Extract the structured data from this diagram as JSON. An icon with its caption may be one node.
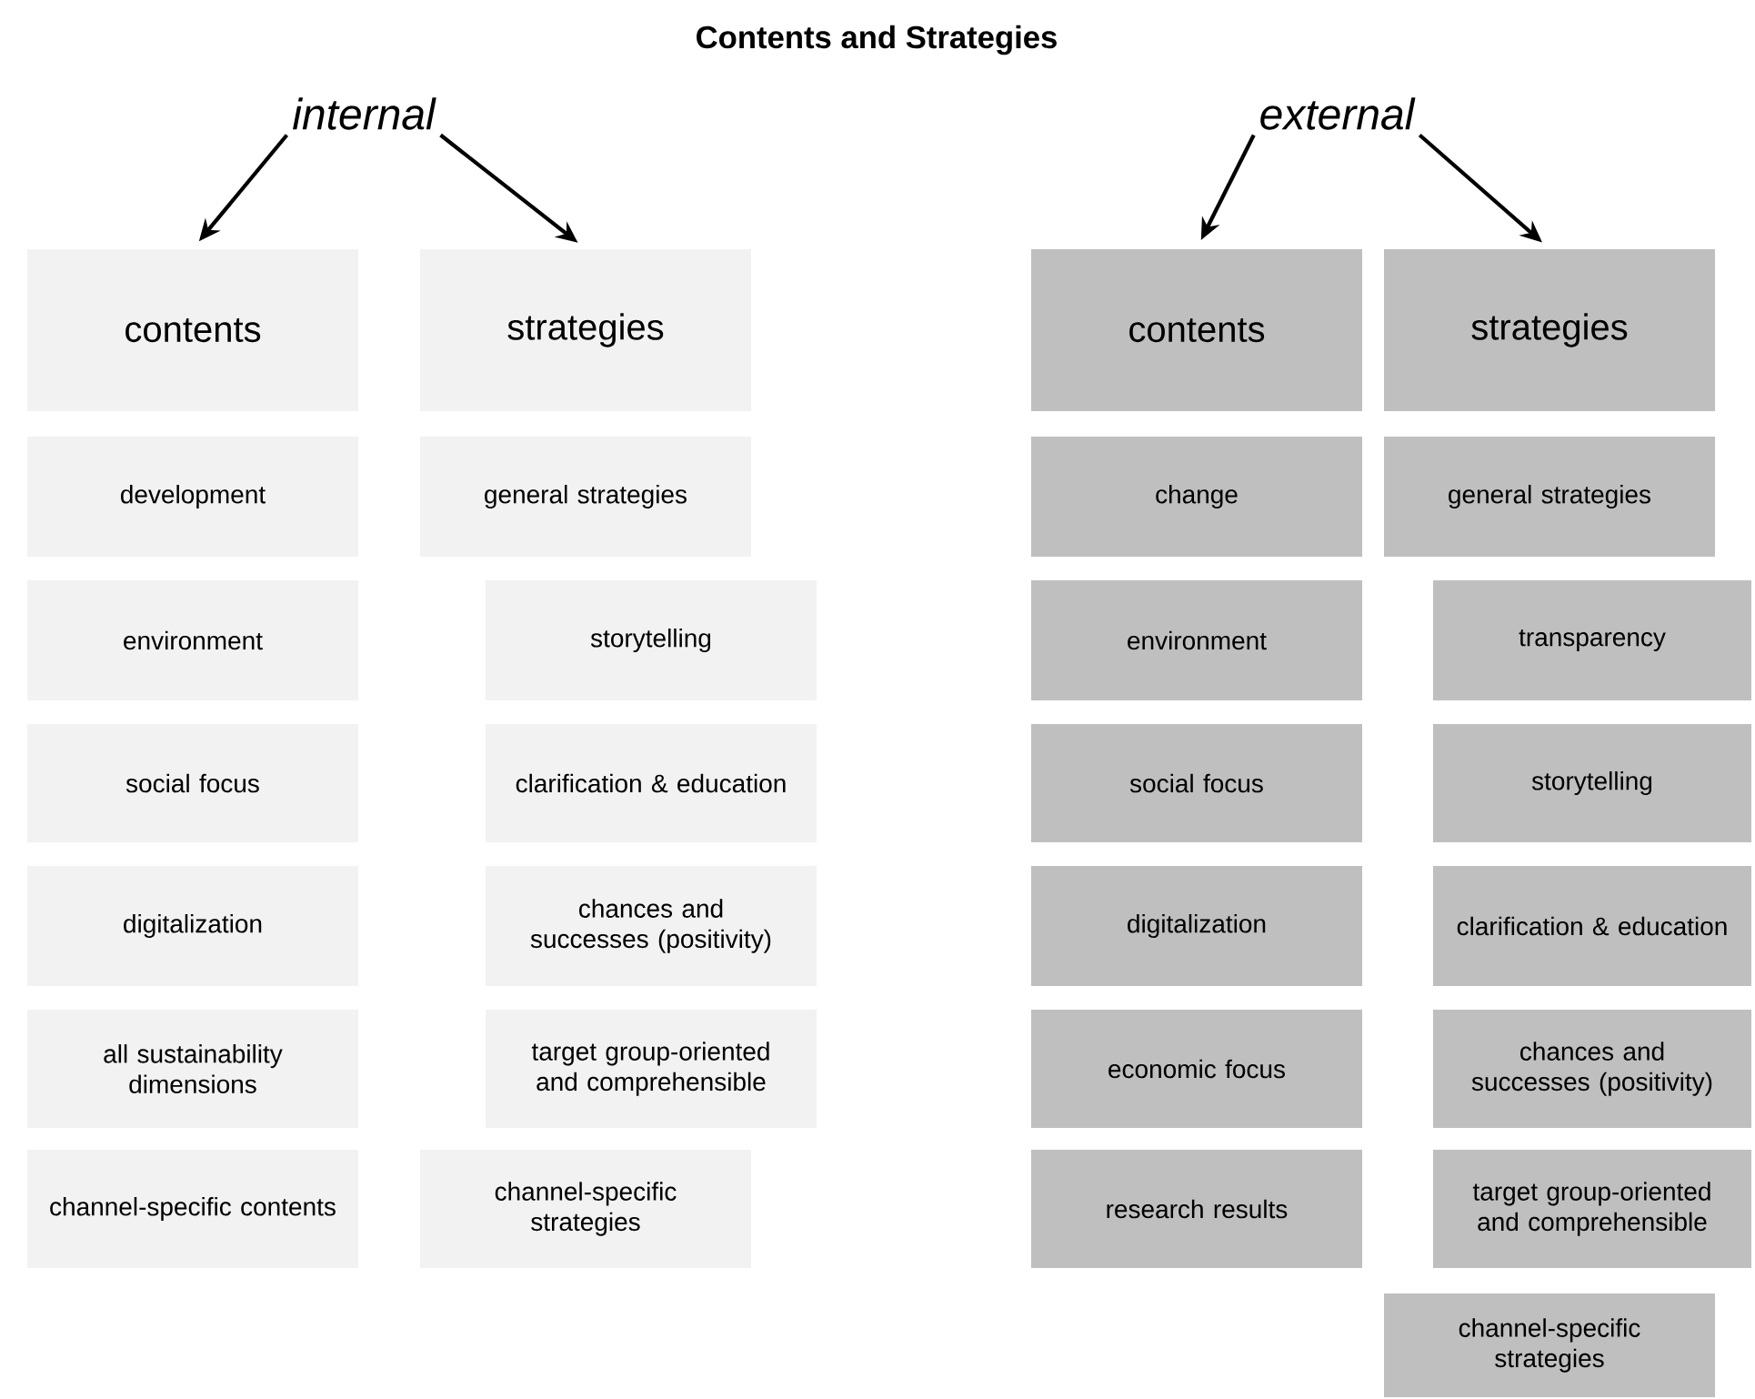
{
  "diagram": {
    "title": "Contents and Strategies",
    "nodes": [
      {
        "text": [
          "internal"
        ]
      },
      {
        "text": [
          "external"
        ]
      },
      {
        "text": [
          "contents"
        ]
      },
      {
        "text": [
          "strategies"
        ]
      },
      {
        "text": [
          "development"
        ]
      },
      {
        "text": [
          "general strategies"
        ]
      },
      {
        "text": [
          "environment"
        ]
      },
      {
        "text": [
          "storytelling"
        ]
      },
      {
        "text": [
          "social focus"
        ]
      },
      {
        "text": [
          "clarification & education"
        ]
      },
      {
        "text": [
          "digitalization"
        ]
      },
      {
        "text": [
          "chances and successes (positivity)"
        ]
      },
      {
        "text": [
          "all sustainability dimensions"
        ]
      },
      {
        "text": [
          "target group-oriented and comprehensible"
        ]
      },
      {
        "text": [
          "channel-specific contents"
        ]
      },
      {
        "text": [
          "channel-specific strategies"
        ]
      },
      {
        "text": [
          "contents"
        ]
      },
      {
        "text": [
          "strategies"
        ]
      },
      {
        "text": [
          "change"
        ]
      },
      {
        "text": [
          "general strategies"
        ]
      },
      {
        "text": [
          "environment"
        ]
      },
      {
        "text": [
          "transparency"
        ]
      },
      {
        "text": [
          "social focus"
        ]
      },
      {
        "text": [
          "storytelling"
        ]
      },
      {
        "text": [
          "digitalization"
        ]
      },
      {
        "text": [
          "clarification & education"
        ]
      },
      {
        "text": [
          "economic focus"
        ]
      },
      {
        "text": [
          "chances and successes (positivity)"
        ]
      },
      {
        "text": [
          "research results"
        ]
      },
      {
        "text": [
          "target group-oriented and comprehensible"
        ]
      },
      {
        "text": [
          "channel-specific strategies"
        ]
      }
    ],
    "edges": [
      {
        "from": 0,
        "to": 2,
        "arrow": "to"
      },
      {
        "from": 0,
        "to": 3,
        "arrow": "to"
      },
      {
        "from": 1,
        "to": 16,
        "arrow": "to"
      },
      {
        "from": 1,
        "to": 17,
        "arrow": "to"
      }
    ]
  }
}
